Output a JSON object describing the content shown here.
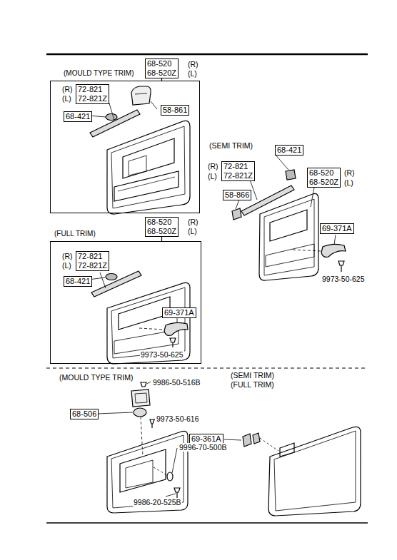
{
  "diagram": {
    "nodes": [
      {
        "text": [
          "(MOULD TYPE TRIM)"
        ]
      },
      {
        "text": [
          "68-520",
          "68-520Z"
        ]
      },
      {
        "text": [
          "72-821",
          "72-821Z"
        ],
        "in": 0
      },
      {
        "text": [
          "58-861"
        ],
        "in": 0
      },
      {
        "text": [
          "68-421"
        ],
        "in": 0
      },
      {
        "text": [
          "72-821",
          "72-821Z"
        ]
      },
      {
        "text": [
          "68-421"
        ]
      },
      {
        "text": [
          "58-866"
        ]
      },
      {
        "text": [
          "68-520",
          "68-520Z"
        ]
      },
      {
        "text": [
          "69-371A"
        ]
      },
      {
        "text": [
          "(FULL TRIM)"
        ]
      },
      {
        "text": [
          "68-520",
          "68-520Z"
        ]
      },
      {
        "text": [
          "72-821",
          "72-821Z"
        ],
        "in": 10
      },
      {
        "text": [
          "68-421"
        ],
        "in": 10
      },
      {
        "text": [
          "69-371A"
        ],
        "in": 10
      },
      {
        "text": [
          "68-506"
        ]
      },
      {
        "text": [
          "69-361A"
        ]
      }
    ],
    "edges": [
      {
        "from": 1,
        "to": 0,
        "arrow": "none"
      },
      {
        "from": 11,
        "to": 10,
        "arrow": "none"
      }
    ],
    "labels": [
      "(R)",
      "(L)",
      "(R)",
      "(L)",
      "(SEMI TRIM)",
      "(R)",
      "(L)",
      "(R)",
      "(L)",
      "9973-50-625",
      "(R)",
      "(L)",
      "(R)",
      "(L)",
      "9973-50-625",
      "(MOULD TYPE TRIM)",
      "9986-50-516B",
      "9973-50-616",
      "9996-70-500B",
      "9986-20-525B",
      "(SEMI TRIM)",
      "(FULL TRIM)"
    ]
  }
}
